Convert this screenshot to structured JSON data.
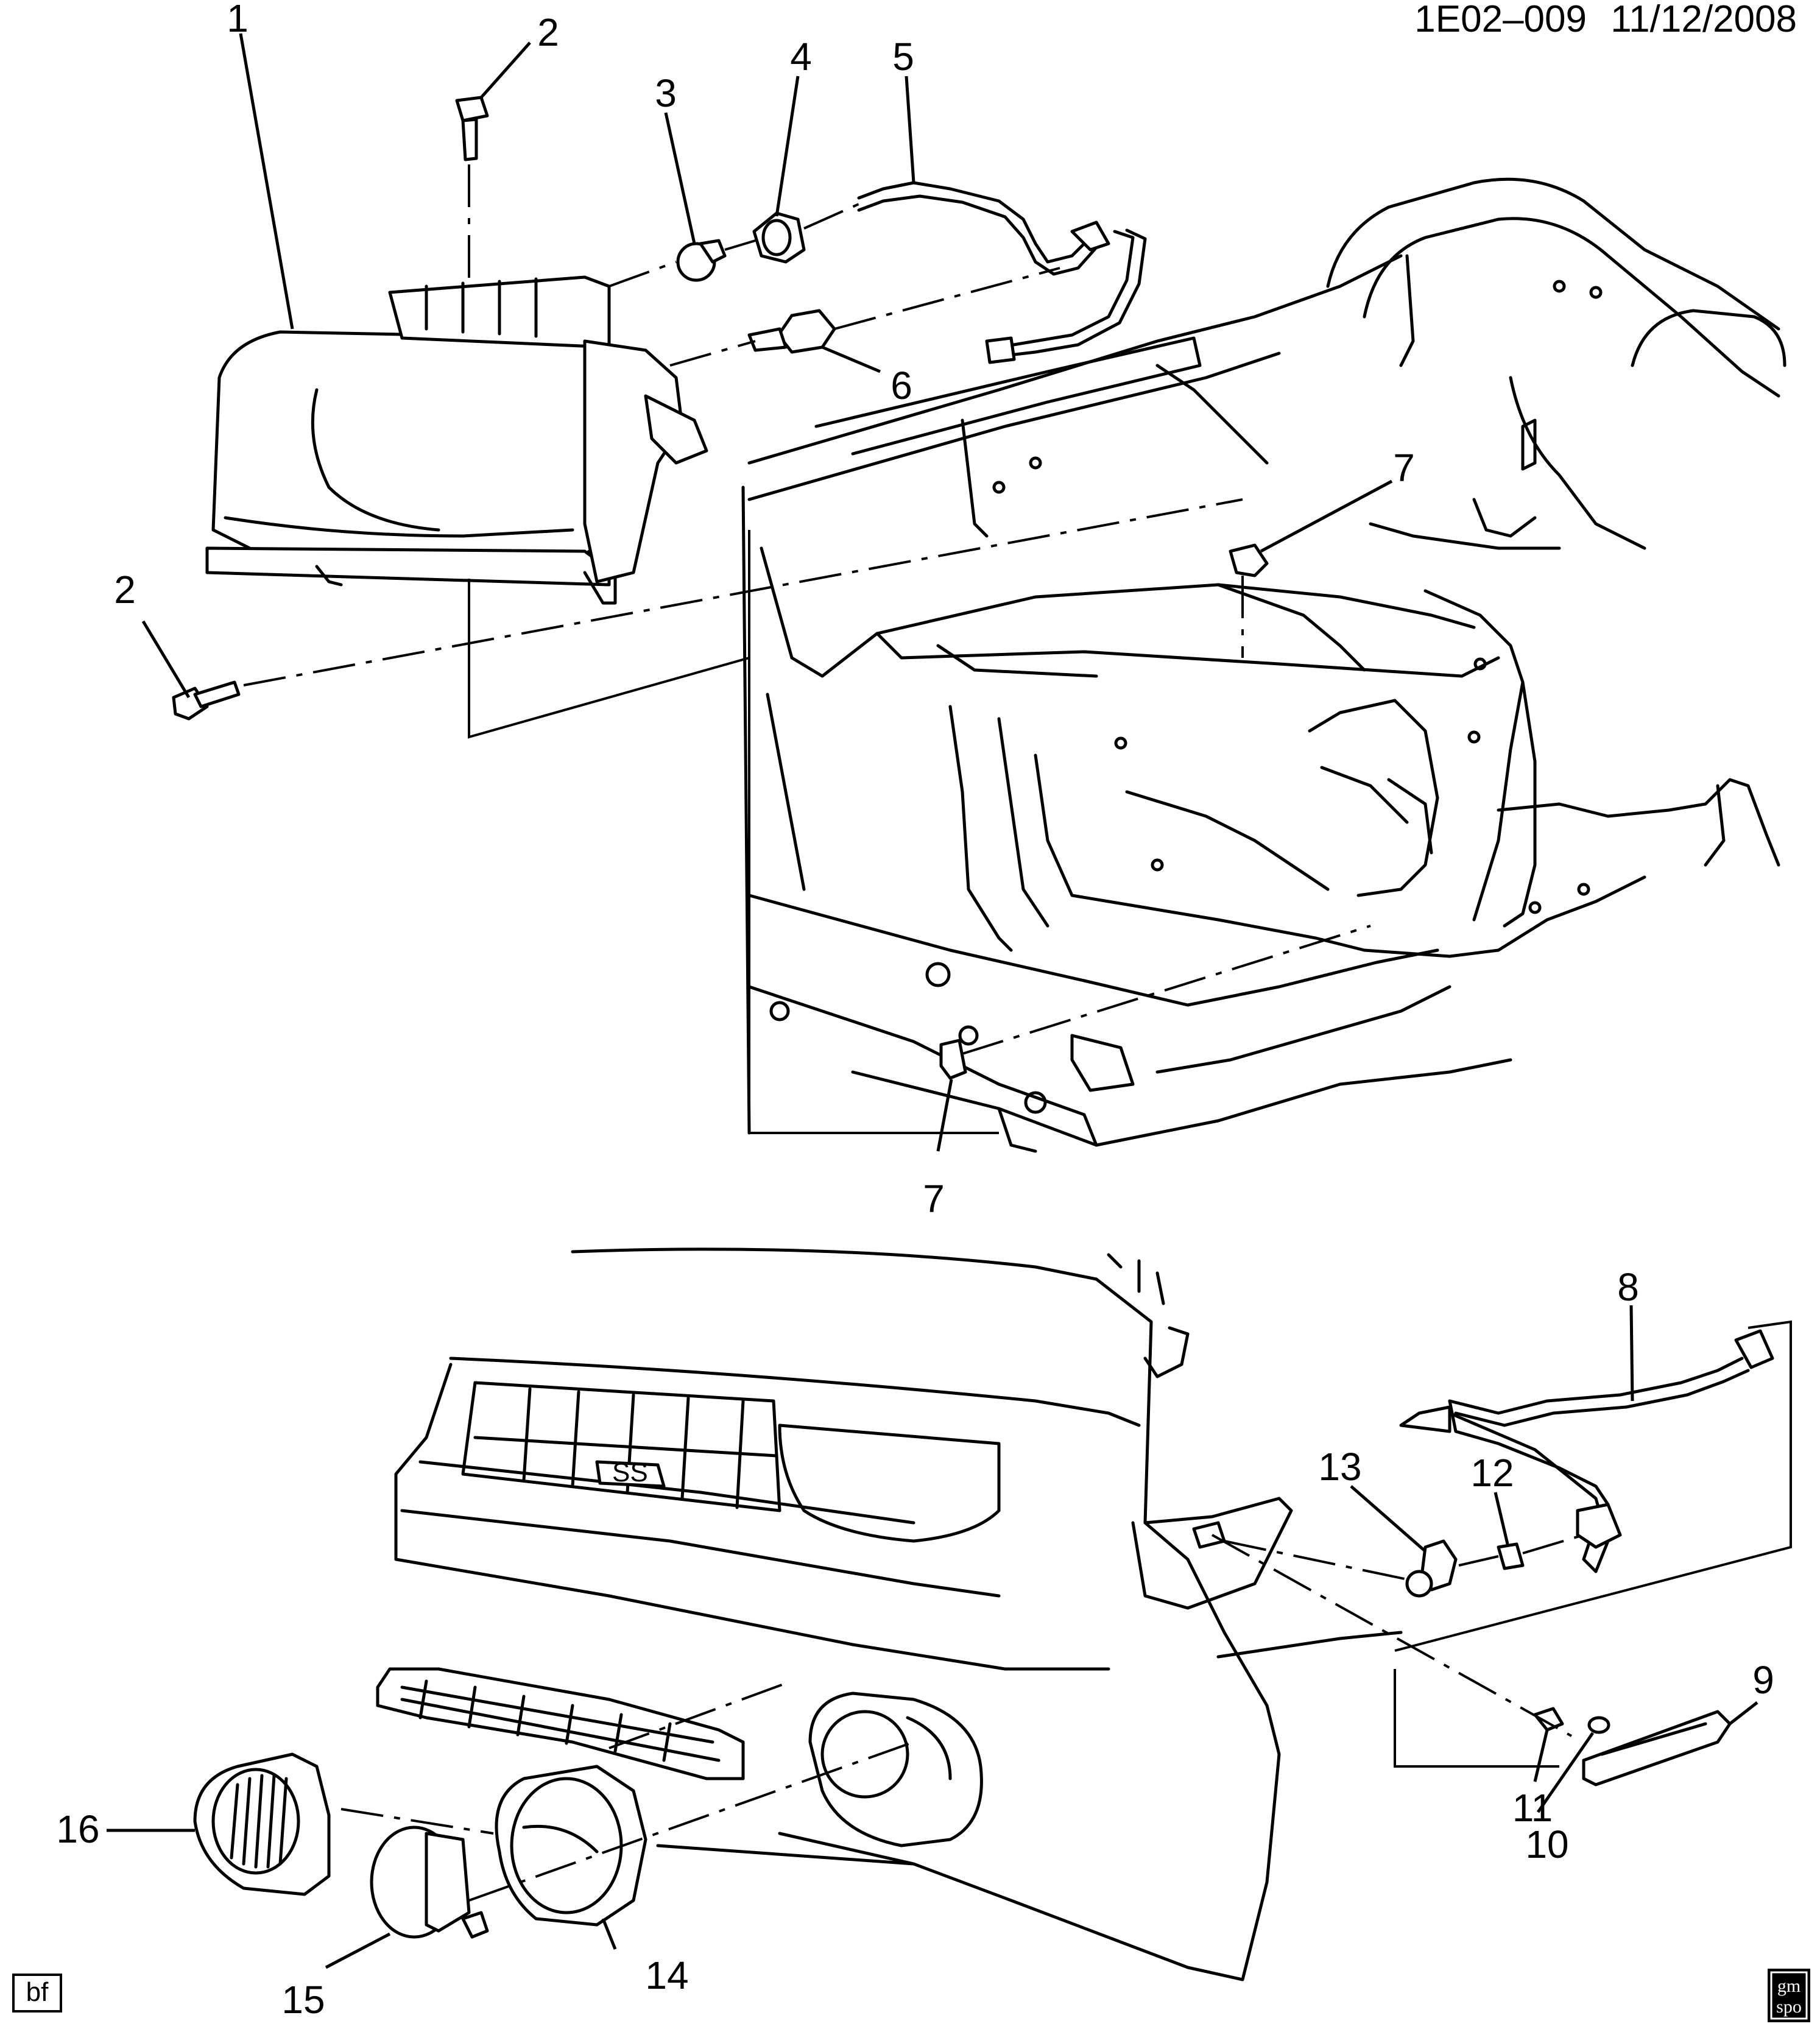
{
  "header": {
    "drawing_id": "1E02–009",
    "date": "11/12/2008"
  },
  "callouts": [
    "1",
    "2",
    "2",
    "3",
    "4",
    "5",
    "6",
    "7",
    "7",
    "8",
    "9",
    "10",
    "11",
    "12",
    "13",
    "14",
    "15",
    "16"
  ],
  "footer": {
    "tag": "bf",
    "logo_line1": "gm",
    "logo_line2": "spo"
  }
}
